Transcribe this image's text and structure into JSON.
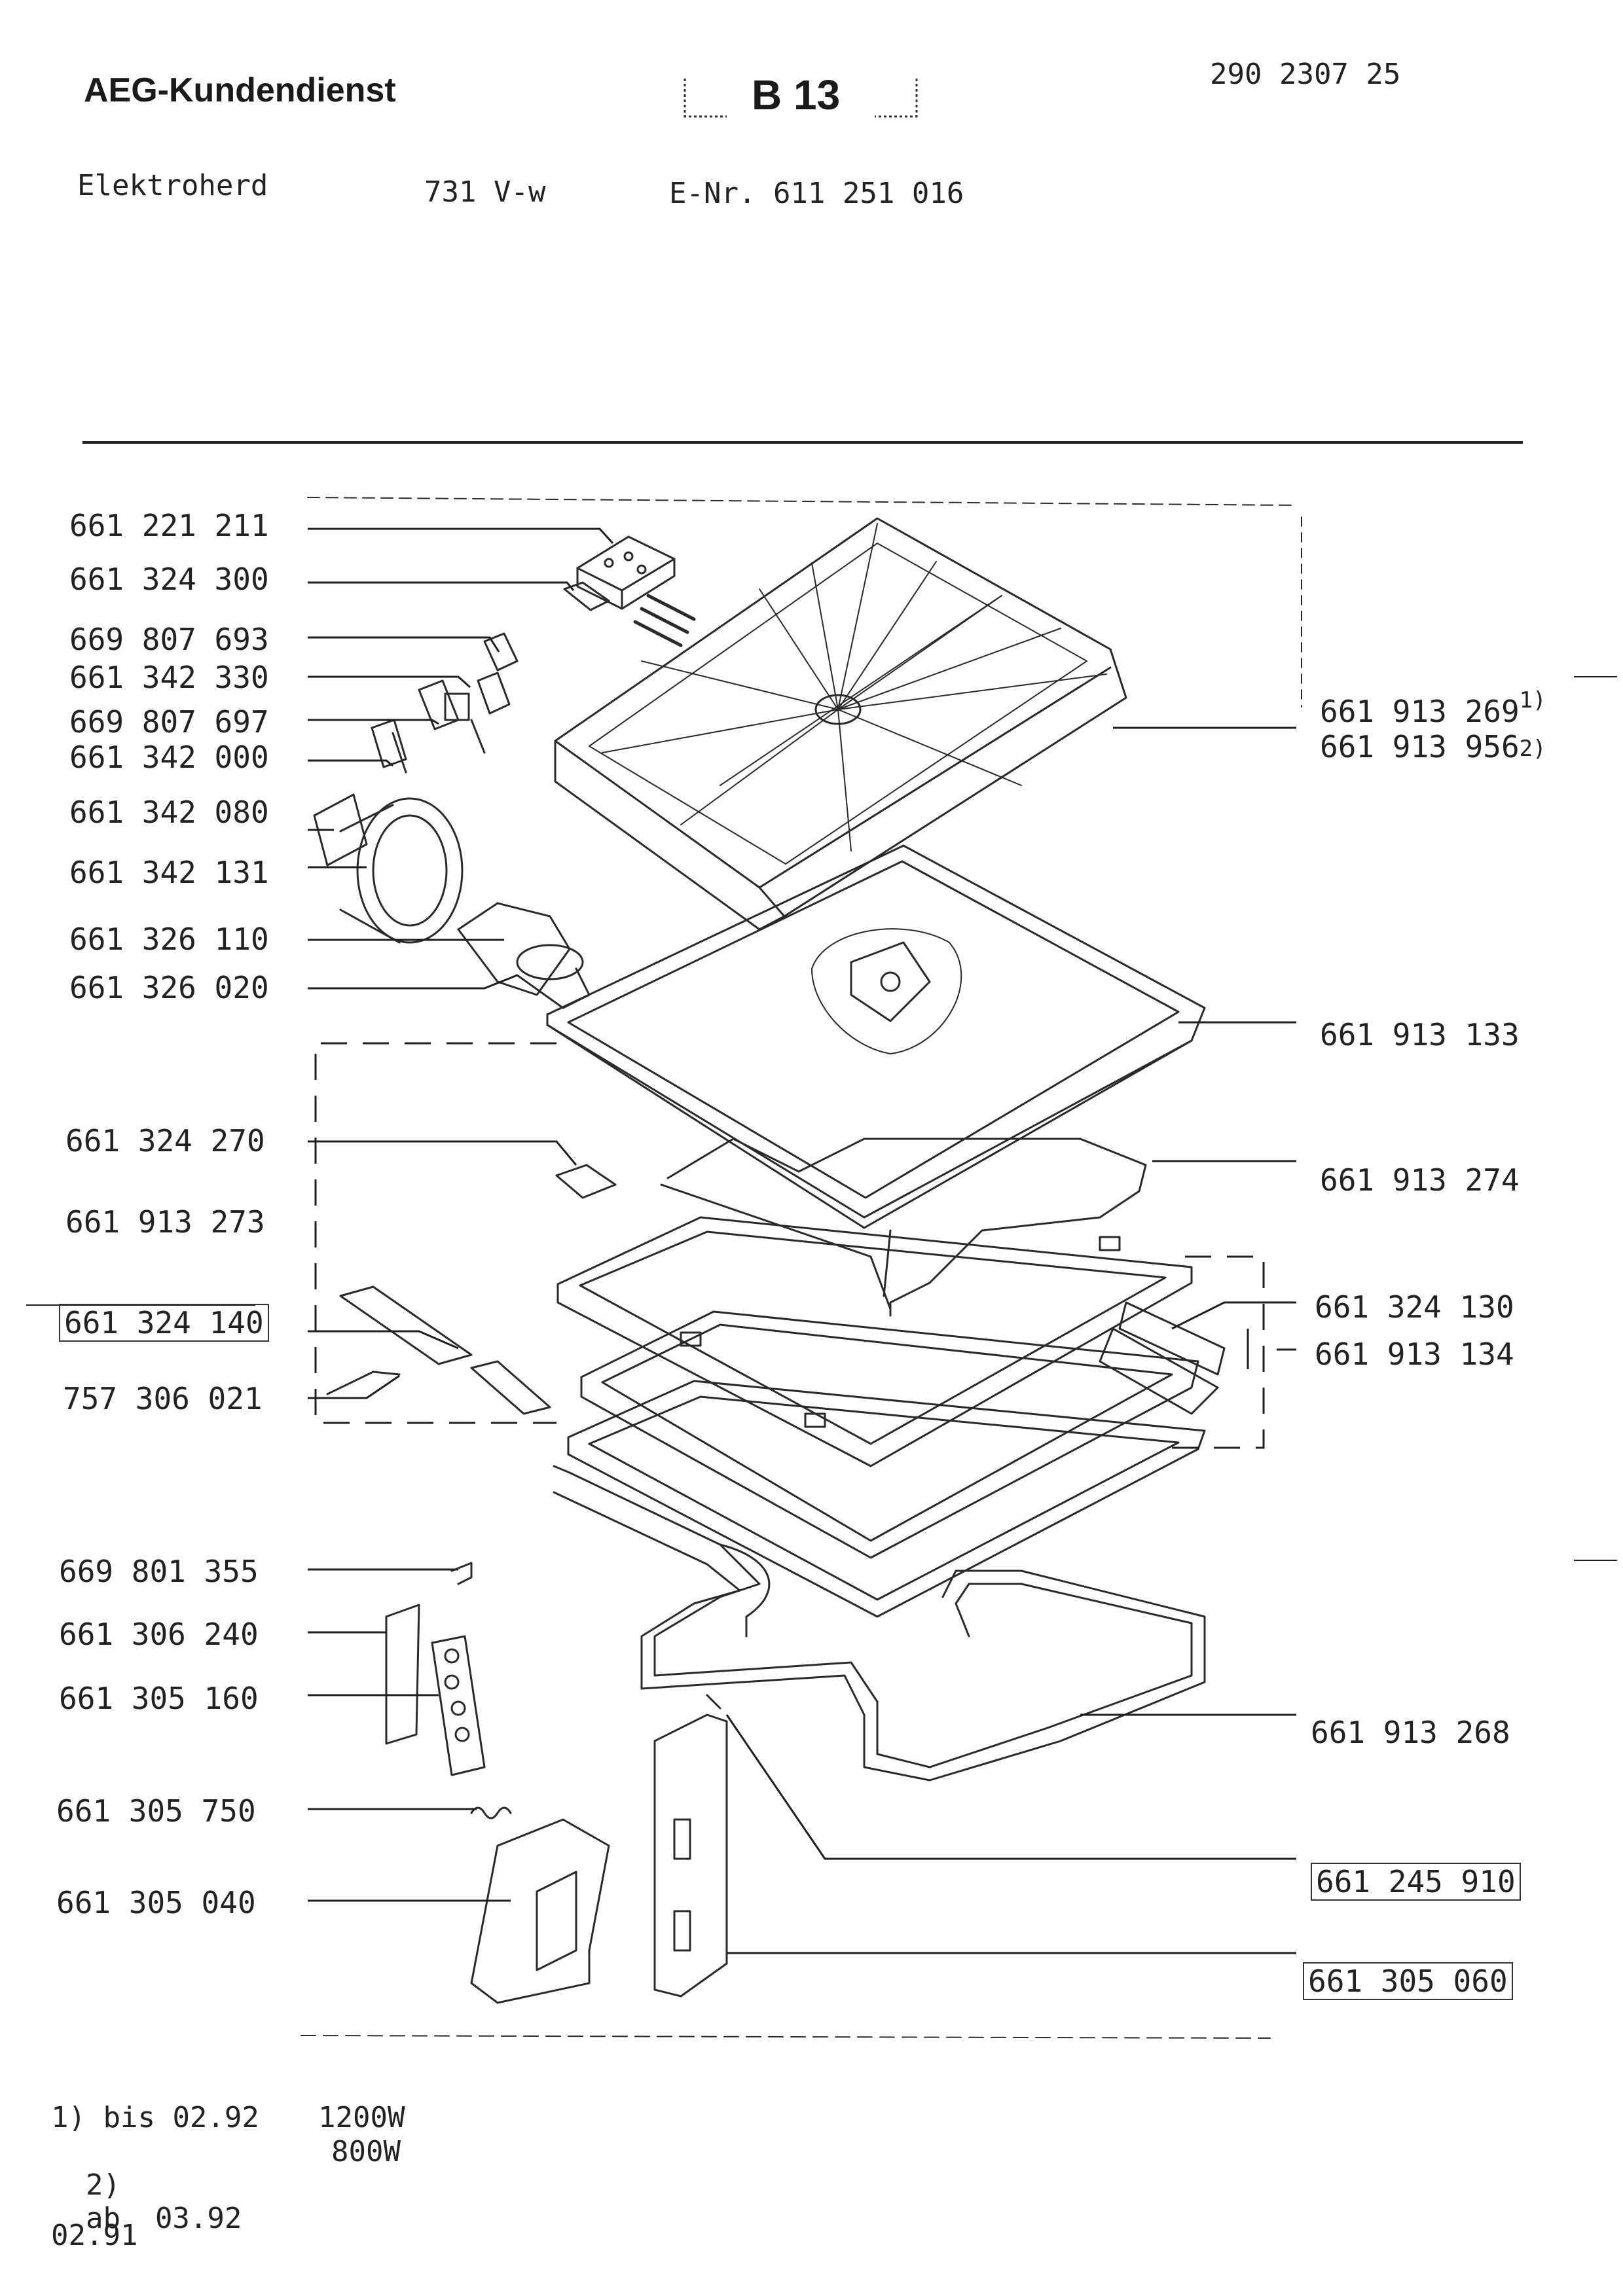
{
  "header": {
    "brand": "AEG-Kundendienst",
    "sheet": "B 13",
    "doc_number": "290 2307 25",
    "appliance": "Elektroherd",
    "model": "731 V-w",
    "enr": "E-Nr. 611 251 016"
  },
  "parts_left": [
    "661 221 211",
    "661 324 300",
    "669 807 693",
    "661 342 330",
    "669 807 697",
    "661 342 000",
    "661 342 080",
    "661 342 131",
    "661 326 110",
    "661 326 020",
    "661 324 270",
    "661 913 273",
    "661 324 140",
    "757 306 021",
    "669 801 355",
    "661 306 240",
    "661 305 160",
    "661 305 750",
    "661 305 040"
  ],
  "parts_right": [
    "661 913 269",
    "661 913 956",
    "661 913 133",
    "661 913 274",
    "661 324 130",
    "661 913 134",
    "661 913 268",
    "661 245 910",
    "661 305 060"
  ],
  "footnote_marks": [
    "1)",
    "2)"
  ],
  "footnotes": [
    {
      "mark": "1)",
      "text": "bis 02.92",
      "power": "1200W"
    },
    {
      "mark": "2)",
      "text": "ab  03.92",
      "power": "800W"
    }
  ],
  "date_code": "02.91"
}
